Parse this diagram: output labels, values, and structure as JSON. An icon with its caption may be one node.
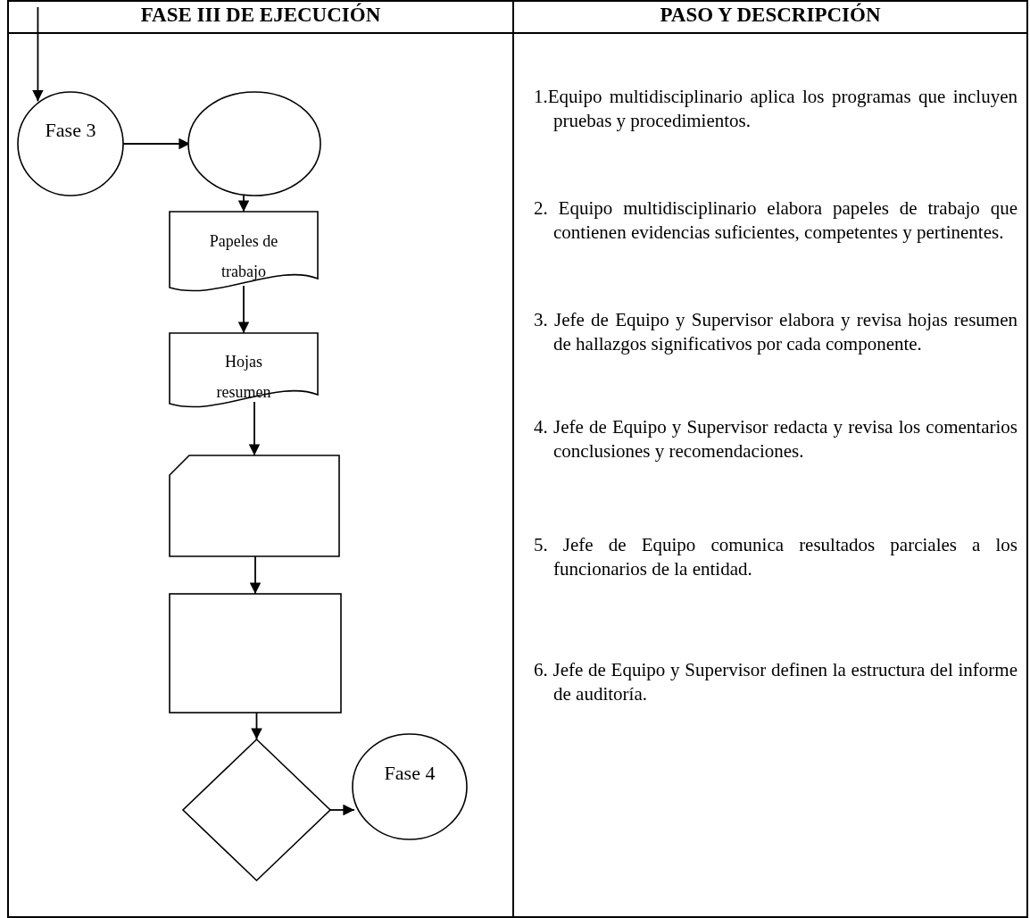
{
  "diagram": {
    "nodes": [
      {
        "text": [
          "Fase 3"
        ]
      },
      {
        "text": [],
        "shape": "circle"
      },
      {
        "text": [
          "Papeles de trabajo"
        ]
      },
      {
        "text": [
          "Hojas resumen"
        ]
      },
      {
        "text": [],
        "shape": "card"
      },
      {
        "text": [],
        "shape": "box"
      },
      {
        "text": [],
        "shape": "diamond"
      },
      {
        "text": [
          "Fase 4"
        ]
      }
    ],
    "edges": [
      {
        "from": null,
        "to": 0,
        "arrow": "to"
      },
      {
        "from": 0,
        "to": 1,
        "arrow": "to"
      },
      {
        "from": 1,
        "to": 2,
        "arrow": "to"
      },
      {
        "from": 2,
        "to": 3,
        "arrow": "to"
      },
      {
        "from": 3,
        "to": 4,
        "arrow": "to"
      },
      {
        "from": 4,
        "to": 5,
        "arrow": "to"
      },
      {
        "from": 5,
        "to": 6,
        "arrow": "to"
      },
      {
        "from": 6,
        "to": 7,
        "arrow": "to"
      }
    ],
    "labels": [
      "FASE III DE EJECUCIÓN",
      "PASO Y DESCRIPCIÓN",
      "1.Equipo multidisciplinario aplica los programas que incluyen pruebas y procedimientos.",
      "2. Equipo multidisciplinario elabora papeles de trabajo que contienen evidencias suficientes, competentes y pertinentes.",
      "3. Jefe de Equipo y Supervisor elabora y revisa hojas resumen de hallazgos significativos por cada componente.",
      "4. Jefe de Equipo y Supervisor redacta y revisa los comentarios conclusiones y recomendaciones.",
      "5. Jefe de Equipo comunica resultados parciales a los funcionarios de la entidad.",
      "6. Jefe de Equipo y Supervisor definen la estructura del informe de auditoría."
    ]
  }
}
